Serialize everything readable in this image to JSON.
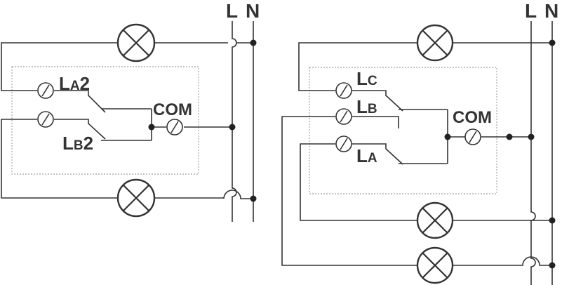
{
  "left_diagram": {
    "rail_L": "L",
    "rail_N": "N",
    "terminal_a_main": "L",
    "terminal_a_sub": "A",
    "terminal_a_num": "2",
    "terminal_b_main": "L",
    "terminal_b_sub": "B",
    "terminal_b_num": "2",
    "com": "COM"
  },
  "right_diagram": {
    "rail_L": "L",
    "rail_N": "N",
    "terminal_c_main": "L",
    "terminal_c_sub": "C",
    "terminal_b_main": "L",
    "terminal_b_sub": "B",
    "terminal_a_main": "L",
    "terminal_a_sub": "A",
    "com": "COM"
  }
}
